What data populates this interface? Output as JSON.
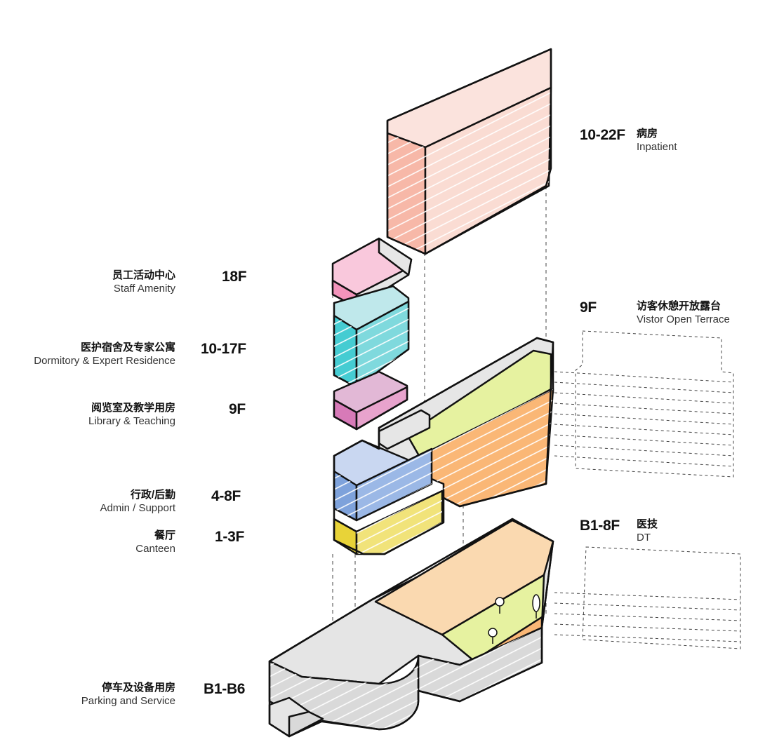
{
  "labels": {
    "inpatient": {
      "floors": "10-22F",
      "cn": "病房",
      "en": "Inpatient"
    },
    "amenity": {
      "floors": "18F",
      "cn": "员工活动中心",
      "en": "Staff Amenity"
    },
    "dormitory": {
      "floors": "10-17F",
      "cn": "医护宿舍及专家公寓",
      "en": "Dormitory & Expert Residence"
    },
    "library": {
      "floors": "9F",
      "cn": "阅览室及教学用房",
      "en": "Library & Teaching"
    },
    "terrace": {
      "floors": "9F",
      "cn": "访客休憩开放露台",
      "en": "Vistor Open Terrace"
    },
    "admin": {
      "floors": "4-8F",
      "cn": "行政/后勤",
      "en": "Admin / Support"
    },
    "canteen": {
      "floors": "1-3F",
      "cn": "餐厅",
      "en": "Canteen"
    },
    "dt": {
      "floors": "B1-8F",
      "cn": "医技",
      "en": "DT"
    },
    "parking": {
      "floors": "B1-B6",
      "cn": "停车及设备用房",
      "en": "Parking and Service"
    }
  },
  "colors": {
    "inpatient": "#f7b8a8",
    "amenity": "#f7a9c9",
    "dormitory": "#45ccd2",
    "library": "#d77ab8",
    "terrace": "#e6f2a0",
    "admin": "#7ea2db",
    "canteen": "#f1e37a",
    "dt": "#fab776",
    "parking": "#d9d9d9"
  }
}
